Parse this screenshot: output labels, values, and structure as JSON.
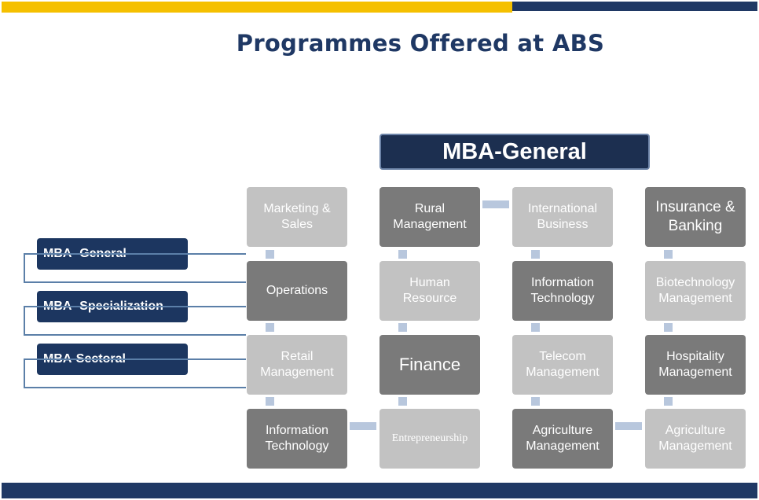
{
  "title": "Programmes Offered at ABS",
  "header": "MBA-General",
  "side_items": [
    "MBA- General",
    "MBA- Specialization",
    "MBA-Sectoral"
  ],
  "grid": {
    "col1": [
      "Marketing & Sales",
      "Operations",
      "Retail Management",
      "Information Technology"
    ],
    "col2": [
      "Rural Management",
      "Human Resource",
      "Finance",
      "Entrepreneurship"
    ],
    "col3": [
      "International Business",
      "Information Technology",
      "Telecom Management",
      "Agriculture Management"
    ],
    "col4": [
      "Insurance & Banking",
      "Biotechnology Management",
      "Hospitality Management",
      "Agriculture Management"
    ]
  },
  "colors": {
    "accent_yellow": "#f5c000",
    "navy": "#1f3864",
    "box_dark": "#7a7a7a",
    "box_light": "#c2c2c2",
    "connector": "#b8c7dd"
  }
}
